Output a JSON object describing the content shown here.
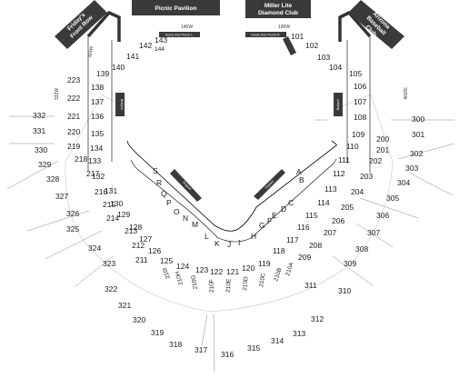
{
  "venue": {
    "top_labels": {
      "picnic": "Picnic Pavilion",
      "miller_line1": "Miller Lite",
      "miller_line2": "Diamond Club",
      "fridays_line1": "Friday's",
      "fridays_line2": "Front Row",
      "arizona_line1": "Arizona",
      "arizona_line2": "Baseball",
      "arizona_line3": "Club"
    },
    "porch_labels": {
      "left": "Home Run Porch L",
      "right": "Home Run Porch R",
      "pool": "Pool Suite"
    },
    "bullpen_label": "Bullpen",
    "dugout_label": "Dugout",
    "wall_labels": {
      "w145": "145W",
      "w100": "100W",
      "w324": "324W",
      "w332": "332W",
      "w300": "300W"
    },
    "sections": {
      "upper_right": [
        "300",
        "301",
        "302",
        "303",
        "304",
        "305",
        "306",
        "307",
        "308",
        "309",
        "310",
        "311",
        "312",
        "313",
        "314",
        "315"
      ],
      "upper_left": [
        "316",
        "317",
        "318",
        "319",
        "320",
        "321",
        "322",
        "323",
        "324",
        "325",
        "326",
        "327",
        "328",
        "329",
        "330",
        "331",
        "332"
      ],
      "mid": [
        "200",
        "201",
        "202",
        "203",
        "204",
        "205",
        "206",
        "207",
        "208",
        "209",
        "210A",
        "210B",
        "210C",
        "210D",
        "210E",
        "210F",
        "210G",
        "210H",
        "210I",
        "211",
        "212",
        "213",
        "214",
        "215",
        "216",
        "217",
        "218",
        "219",
        "220",
        "221",
        "222",
        "223"
      ],
      "lower": [
        "101",
        "102",
        "103",
        "104",
        "105",
        "106",
        "107",
        "108",
        "109",
        "110",
        "111",
        "112",
        "113",
        "114",
        "115",
        "116",
        "117",
        "118",
        "119",
        "120",
        "121",
        "122",
        "123",
        "124",
        "125",
        "126",
        "127",
        "128",
        "129",
        "130",
        "131",
        "132",
        "133",
        "134",
        "135",
        "136",
        "137",
        "138",
        "139",
        "140",
        "141",
        "142",
        "143",
        "144"
      ],
      "field_letters": [
        "A",
        "B",
        "C",
        "D",
        "E",
        "F",
        "G",
        "H",
        "I",
        "J",
        "K",
        "L",
        "M",
        "N",
        "O",
        "P",
        "Q",
        "R",
        "S"
      ]
    }
  }
}
